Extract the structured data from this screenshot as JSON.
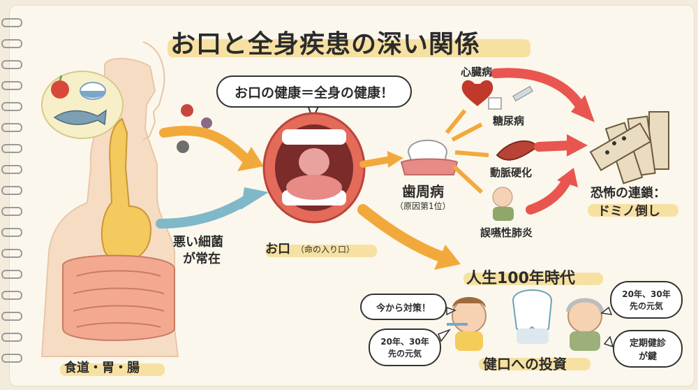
{
  "title": "お口と全身疾患の深い関係",
  "top_bubble": "お口の健康＝全身の健康！",
  "digestive_label": "食道・胃・腸",
  "bacteria_label_line1": "悪い細菌",
  "bacteria_label_line2": "が常在",
  "mouth_label": "お口",
  "mouth_sub": "（命の入り口）",
  "periodontal_label": "歯周病",
  "periodontal_sub": "（原因第1位）",
  "diseases": {
    "heart": "心臓病",
    "diabetes": "糖尿病",
    "arterio": "動脈硬化",
    "pneumonia": "誤嚥性肺炎"
  },
  "domino_line1": "恐怖の連鎖：",
  "domino_line2": "ドミノ倒し",
  "era_label": "人生100年時代",
  "bubbles": {
    "now": "今から対策！",
    "left_health_1": "20年、30年",
    "left_health_2": "先の元気",
    "right_health_1": "20年、30年",
    "right_health_2": "先の元気",
    "checkup_1": "定期健診",
    "checkup_2": "が鍵"
  },
  "investment_label": "健口への投資",
  "colors": {
    "arrow_orange": "#f2a93b",
    "arrow_red": "#e8564f",
    "arrow_teal": "#7fb8c9",
    "highlight": "#f6d98a"
  }
}
